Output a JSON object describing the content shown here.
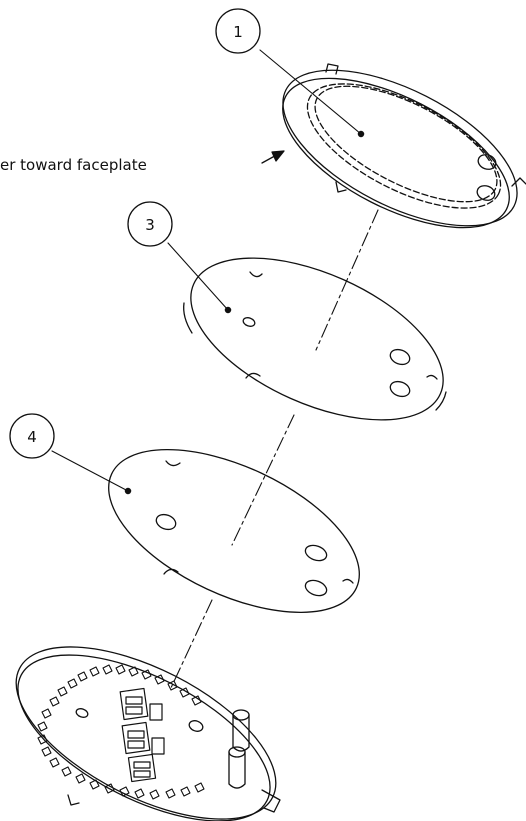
{
  "callouts": {
    "part1": "1",
    "part3": "3",
    "part4": "4"
  },
  "note": "er toward faceplate",
  "colors": {
    "line": "#111111",
    "background": "#ffffff"
  }
}
